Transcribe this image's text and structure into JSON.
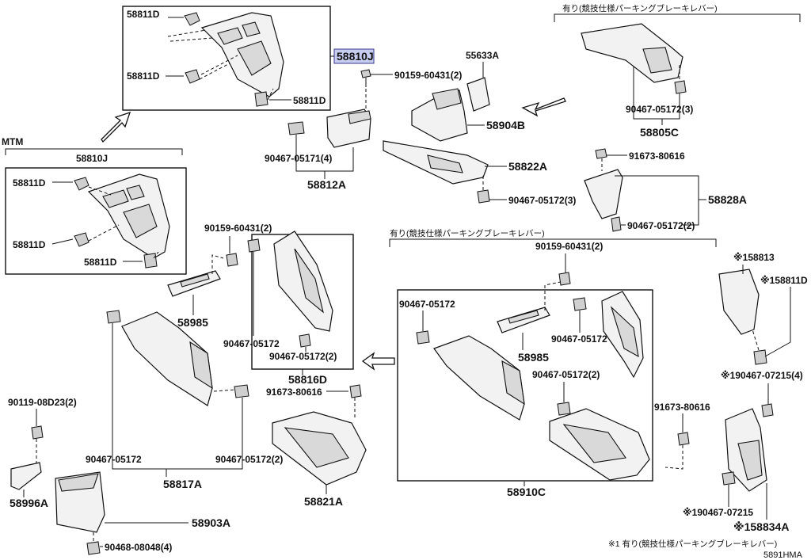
{
  "callouts": {
    "c1": "58811D",
    "c2": "58811D",
    "c3": "58811D",
    "c4": "58810J",
    "c5": "90159-60431(2)",
    "c6": "55633A",
    "c7": "58904B",
    "c8": "90467-05171(4)",
    "c9": "58812A",
    "c10": "58822A",
    "c11": "90467-05172(3)",
    "c12": "58805C",
    "c13": "91673-80616",
    "c14": "90467-05172(3)",
    "c15": "58828A",
    "c16": "90467-05172(2)",
    "c17": "MTM",
    "c18": "58810J",
    "c19": "58811D",
    "c20": "58811D",
    "c21": "58811D",
    "c22": "90159-60431(2)",
    "c23": "58985",
    "c24": "90467-05172",
    "c25": "90467-05172(2)",
    "c26": "58816D",
    "c27": "91673-80616",
    "c28": "90119-08D23(2)",
    "c29": "90467-05172",
    "c30": "90467-05172(2)",
    "c31": "58817A",
    "c32": "58996A",
    "c33": "58903A",
    "c34": "90468-08048(4)",
    "c35": "58821A",
    "c36": "90159-60431(2)",
    "c37": "90467-05172",
    "c38": "58985",
    "c39": "90467-05172",
    "c40": "90467-05172(2)",
    "c41": "58910C",
    "c42": "91673-80616",
    "c43": "※158813",
    "c44": "※158811D",
    "c45": "※190467-07215(4)",
    "c46": "※190467-07215",
    "c47": "※158834A"
  },
  "notes": {
    "top_right_title": "有り(競技仕様パーキングブレーキレバー)",
    "mid_title": "有り(競技仕様パーキングブレーキレバー)",
    "footnote": "※1 有り(競技仕様パーキングブレーキレバー)",
    "diagram_code": "5891HMA"
  }
}
